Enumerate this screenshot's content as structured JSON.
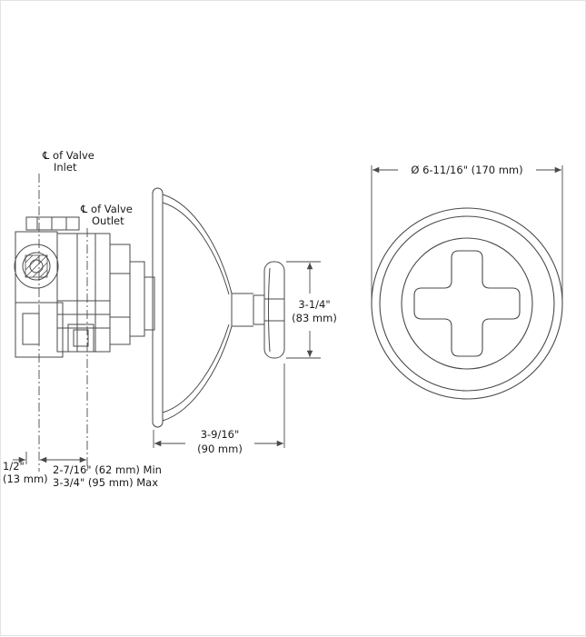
{
  "drawing": {
    "background": "#ffffff",
    "line_color": "#4a4a4a",
    "dim_color": "#4a4a4a",
    "text_color": "#1a1a1a",
    "side_view": {
      "inlet_label_line1": "℄ of Valve",
      "inlet_label_line2": "Inlet",
      "outlet_label_line1": "℄ of Valve",
      "outlet_label_line2": "Outlet"
    },
    "dimensions": {
      "handle_height_line1": "3-1/4\"",
      "handle_height_line2": "(83 mm)",
      "depth_line1": "3-9/16\"",
      "depth_line2": "(90 mm)",
      "wall_min": "2-7/16\" (62 mm) Min",
      "wall_max": "3-3/4\" (95 mm) Max",
      "offset_line1": "1/2\"",
      "offset_line2": "(13 mm)",
      "faceplate_diameter": "Ø 6-11/16\" (170 mm)"
    }
  }
}
